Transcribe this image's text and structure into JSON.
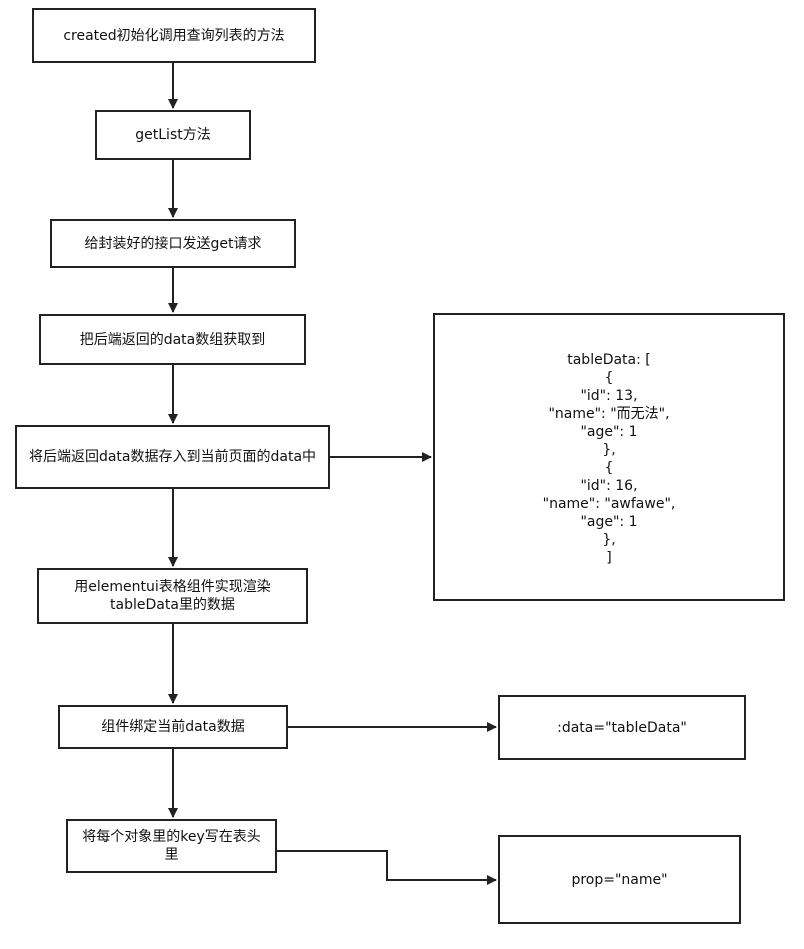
{
  "steps": [
    {
      "text": "created初始化调用查询列表的方法"
    },
    {
      "text": "getList方法"
    },
    {
      "text": "给封装好的接口发送get请求"
    },
    {
      "text": "把后端返回的data数组获取到"
    },
    {
      "text": "将后端返回data数据存入到当前页面的data中"
    },
    {
      "text": "用elementui表格组件实现渲染\ntableData里的数据"
    },
    {
      "text": "组件绑定当前data数据"
    },
    {
      "text": "将每个对象里的key写在表头\n里"
    }
  ],
  "side_nodes": {
    "table_data_lines": [
      "tableData: [",
      "{",
      "\"id\": 13,",
      "\"name\": \"而无法\",",
      "\"age\": 1",
      "},",
      "{",
      "\"id\": 16,",
      "\"name\": \"awfawe\",",
      "\"age\": 1",
      "},",
      "]"
    ],
    "data_binding": ":data=\"tableData\"",
    "prop_binding": "prop=\"name\""
  },
  "colors": {
    "stroke": "#222222",
    "background": "#ffffff"
  }
}
